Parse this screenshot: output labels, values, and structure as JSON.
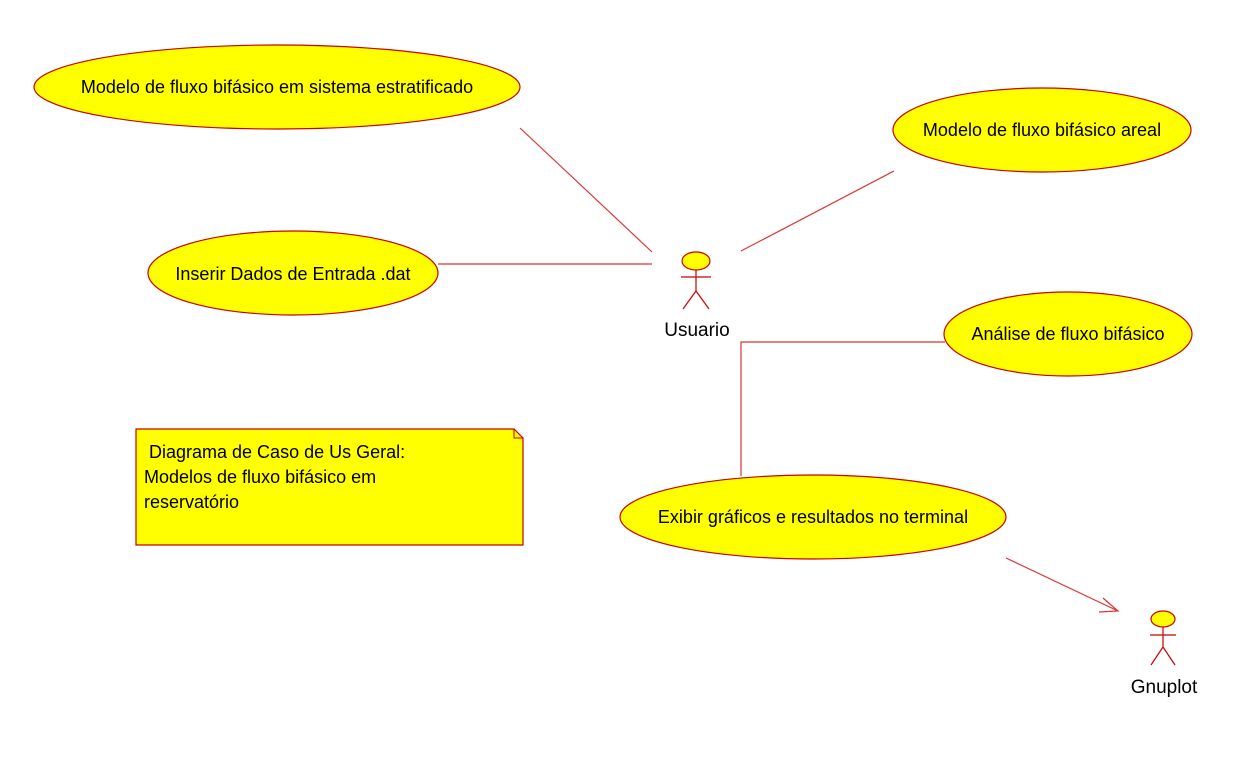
{
  "colors": {
    "fill": "#ffff00",
    "stroke": "#cc0000",
    "line": "#dd3333",
    "text": "#000000"
  },
  "use_cases": {
    "estratificado": "Modelo de fluxo bifásico em sistema estratificado",
    "areal": "Modelo de fluxo bifásico areal",
    "inserir": "Inserir Dados de Entrada .dat",
    "analise": "Análise de fluxo bifásico",
    "exibir": "Exibir gráficos e resultados no terminal"
  },
  "actors": {
    "usuario": "Usuario",
    "gnuplot": "Gnuplot"
  },
  "note": {
    "line1": " Diagrama de Caso de Us Geral:",
    "line2": "Modelos de fluxo bifásico em",
    "line3": "reservatório"
  }
}
